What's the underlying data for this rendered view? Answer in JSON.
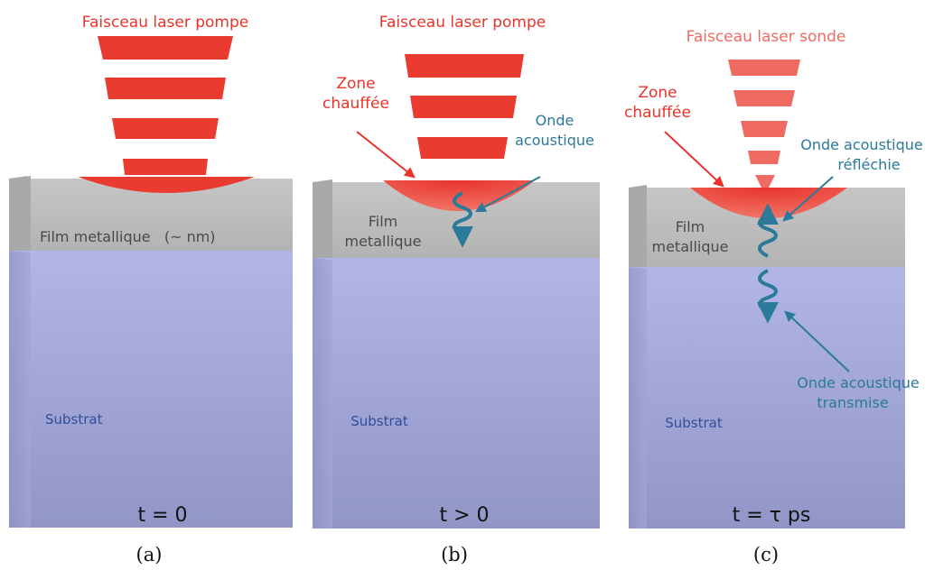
{
  "panels": [
    {
      "caption": "(a)",
      "time": "t = 0",
      "beam_label": "Faisceau laser pompe",
      "film_label": "Film metallique   (~ nm)",
      "substrate_label": "Substrat"
    },
    {
      "caption": "(b)",
      "time": "t > 0",
      "beam_label": "Faisceau laser pompe",
      "zone_label_1": "Zone",
      "zone_label_2": "chauffée",
      "wave_label_1": "Onde",
      "wave_label_2": "acoustique",
      "film_label_1": "Film",
      "film_label_2": "metallique",
      "substrate_label": "Substrat"
    },
    {
      "caption": "(c)",
      "time": "t = τ ps",
      "beam_label": "Faisceau laser sonde",
      "zone_label_1": "Zone",
      "zone_label_2": "chauffée",
      "reflected_label_1": "Onde acoustique",
      "reflected_label_2": "réfléchie",
      "transmitted_label_1": "Onde acoustique",
      "transmitted_label_2": "transmise",
      "film_label_1": "Film",
      "film_label_2": "metallique",
      "substrate_label": "Substrat"
    }
  ],
  "colors": {
    "pump_beam": "#ea3b30",
    "probe_beam": "#ef6b61",
    "heated_zone": "#ee4a3c",
    "wave": "#2b7a99",
    "film": "#bcbcbc",
    "substrate": "#a7acdc"
  }
}
